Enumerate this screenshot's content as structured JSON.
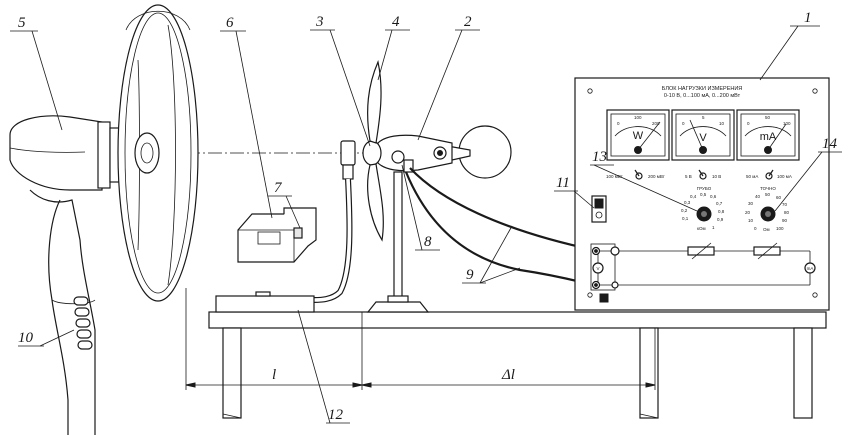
{
  "callouts": {
    "c1": "1",
    "c2": "2",
    "c3": "3",
    "c4": "4",
    "c5": "5",
    "c6": "6",
    "c7": "7",
    "c8": "8",
    "c9": "9",
    "c10": "10",
    "c11": "11",
    "c12": "12",
    "c13": "13",
    "c14": "14"
  },
  "panel": {
    "title_line1": "БЛОК НАГРУЗКИ ИЗМЕРЕНИЯ",
    "title_line2": "0-10 В, 0...100 мА, 0...200 мВт",
    "meter_w": "W",
    "meter_v": "V",
    "meter_ma": "mA",
    "sw1_left": "100 мВт",
    "sw1_right": "200 мВт",
    "sw2_left": "5 В",
    "sw2_right": "10 В",
    "sw3_left": "50 мА",
    "sw3_right": "100 мА",
    "knob_coarse": "ГРУБО",
    "knob_fine": "ТОЧНО",
    "coarse_unit": "кОм",
    "fine_unit": "Ом",
    "coarse_scale": [
      "0,1",
      "0,2",
      "0,3",
      "0,4",
      "0,5",
      "0,6",
      "0,7",
      "0,8",
      "0,9",
      "1"
    ],
    "fine_scale": [
      "0",
      "10",
      "20",
      "30",
      "40",
      "50",
      "60",
      "70",
      "80",
      "90",
      "100"
    ],
    "meter_w_scale": [
      "0",
      "100",
      "200"
    ],
    "meter_v_scale": [
      "0",
      "5",
      "10"
    ],
    "meter_ma_scale": [
      "0",
      "50",
      "100"
    ],
    "circuit_v": "V",
    "circuit_ma": "mA"
  },
  "dimensions": {
    "l": "l",
    "delta_l": "Δl"
  }
}
